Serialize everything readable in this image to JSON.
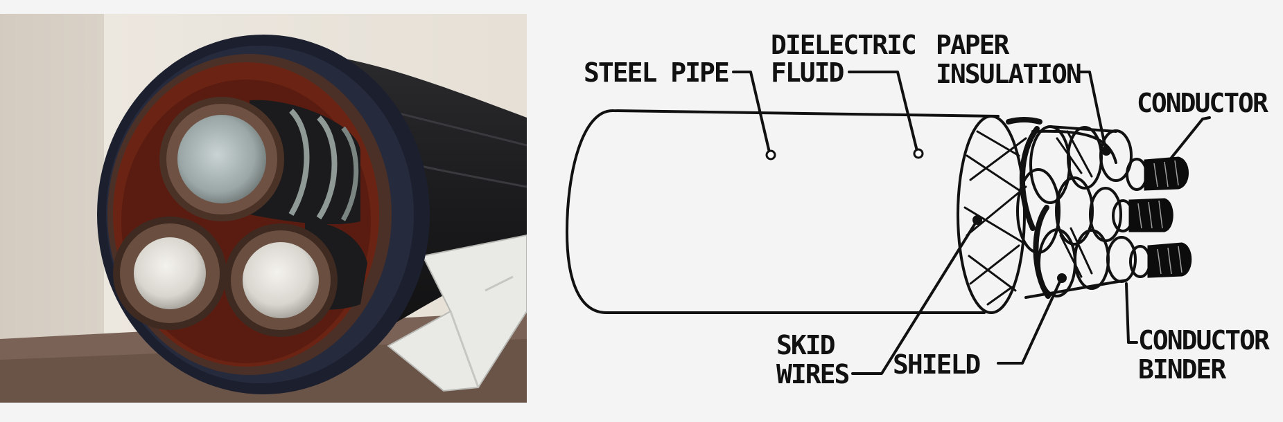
{
  "diagram": {
    "labels": {
      "steel_pipe": "STEEL PIPE",
      "dielectric_1": "DIELECTRIC",
      "dielectric_2": "FLUID",
      "paper_1": "PAPER",
      "paper_2": "INSULATION",
      "conductor": "CONDUCTOR",
      "skid_1": "SKID",
      "skid_2": "WIRES",
      "shield": "SHIELD",
      "binder_1": "CONDUCTOR",
      "binder_2": "BINDER"
    }
  }
}
